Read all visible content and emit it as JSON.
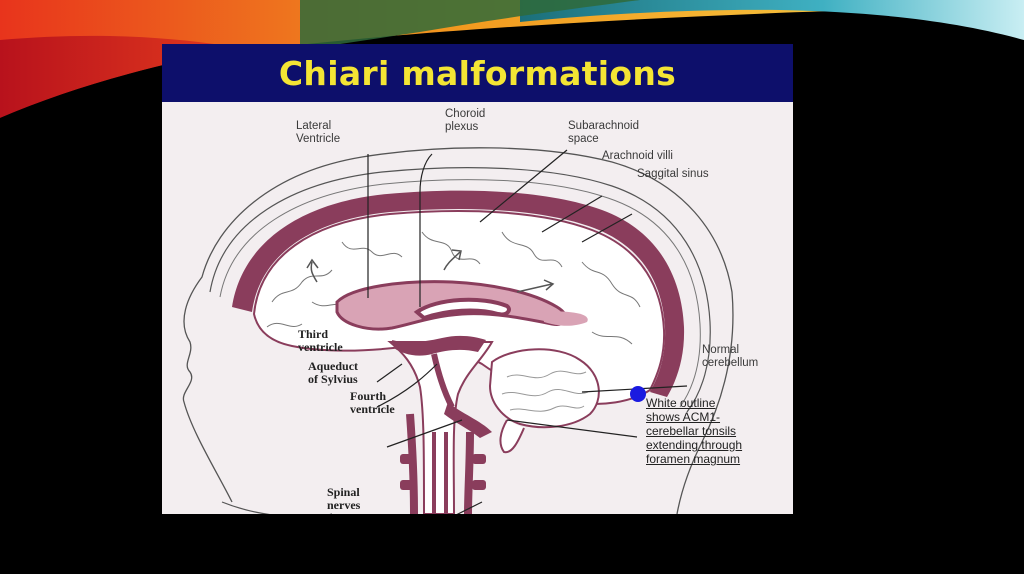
{
  "title": "Chiari malformations",
  "colors": {
    "title_bar": "#0d0f6b",
    "title_text": "#f4e534",
    "brain_tissue": "#8a3d5c",
    "csf_fill": "#d9a3b5",
    "pointer": "#1a1ae0"
  },
  "labels": {
    "lateral_ventricle": [
      "Lateral",
      "Ventricle"
    ],
    "choroid_plexus": [
      "Choroid",
      "plexus"
    ],
    "subarachnoid_space": [
      "Subarachnoid",
      "space"
    ],
    "arachnoid_villi": "Arachnoid villi",
    "saggital_sinus": "Saggital sinus",
    "third_ventricle": [
      "Third",
      "ventricle"
    ],
    "aqueduct_of_sylvius": [
      "Aqueduct",
      "of Sylvius"
    ],
    "fourth_ventricle": [
      "Fourth",
      "ventricle"
    ],
    "normal_cerebellum": [
      "Normal",
      "cerebellum"
    ],
    "spinal_nerves": [
      "Spinal",
      "nerves"
    ]
  },
  "note": {
    "lines": [
      "White outline",
      "shows ACM1-",
      "cerebellar tonsils",
      "extending through",
      "foramen magnum"
    ]
  }
}
